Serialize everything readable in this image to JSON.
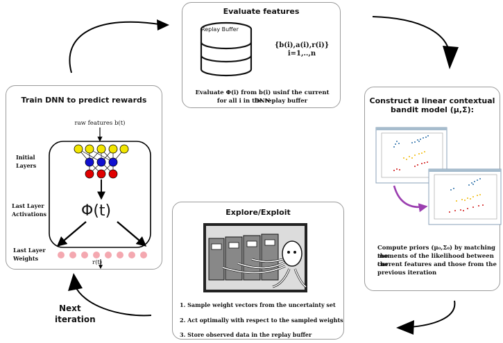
{
  "evaluate": {
    "title": "Evaluate features",
    "buffer_label": "Replay Buffer",
    "set_line1": "{b(i),a(i),r(i)}",
    "set_line2": "i=1,..,n",
    "caption_line1": "Evaluate Φ(i) from b(i) usinf the current DNN",
    "caption_line2": "for all i in the replay buffer"
  },
  "train": {
    "title": "Train DNN to predict rewards",
    "raw_features": "raw features b(t)",
    "initial_layers_1": "Initial",
    "initial_layers_2": "Layers",
    "last_layer_act_1": "Last Layer",
    "last_layer_act_2": "Activations",
    "last_layer_w_1": "Last Layer",
    "last_layer_w_2": "Weights",
    "phi": "Φ(t)",
    "reward": "r(t)"
  },
  "construct": {
    "title_line1": "Construct a linear contextual",
    "title_line2": "bandit model (μ,Σ):",
    "caption_line1": "Compute priors (μ₀,Σ₀) by matching the",
    "caption_line2": "moments of the likelihood between the",
    "caption_line3": "current features and those from the",
    "caption_line4": "previous iteration"
  },
  "explore": {
    "title": "Explore/Exploit",
    "step1": "1. Sample weight vectors from the uncertainty set",
    "step2": "2. Act optimally with respect to the sampled weights",
    "step3": "3. Store observed data in the replay buffer"
  },
  "next_iteration": {
    "line1": "Next",
    "line2": "iteration"
  },
  "colors": {
    "yellow_node": "#f2e600",
    "blue_node": "#1010d0",
    "red_node": "#e00000",
    "pink_node": "#f4a8b0",
    "purple_arrow": "#9b3fb0"
  },
  "icons": [
    "database-icon",
    "octopus-slot-machines-image",
    "scatter-plot-thumbnail"
  ]
}
